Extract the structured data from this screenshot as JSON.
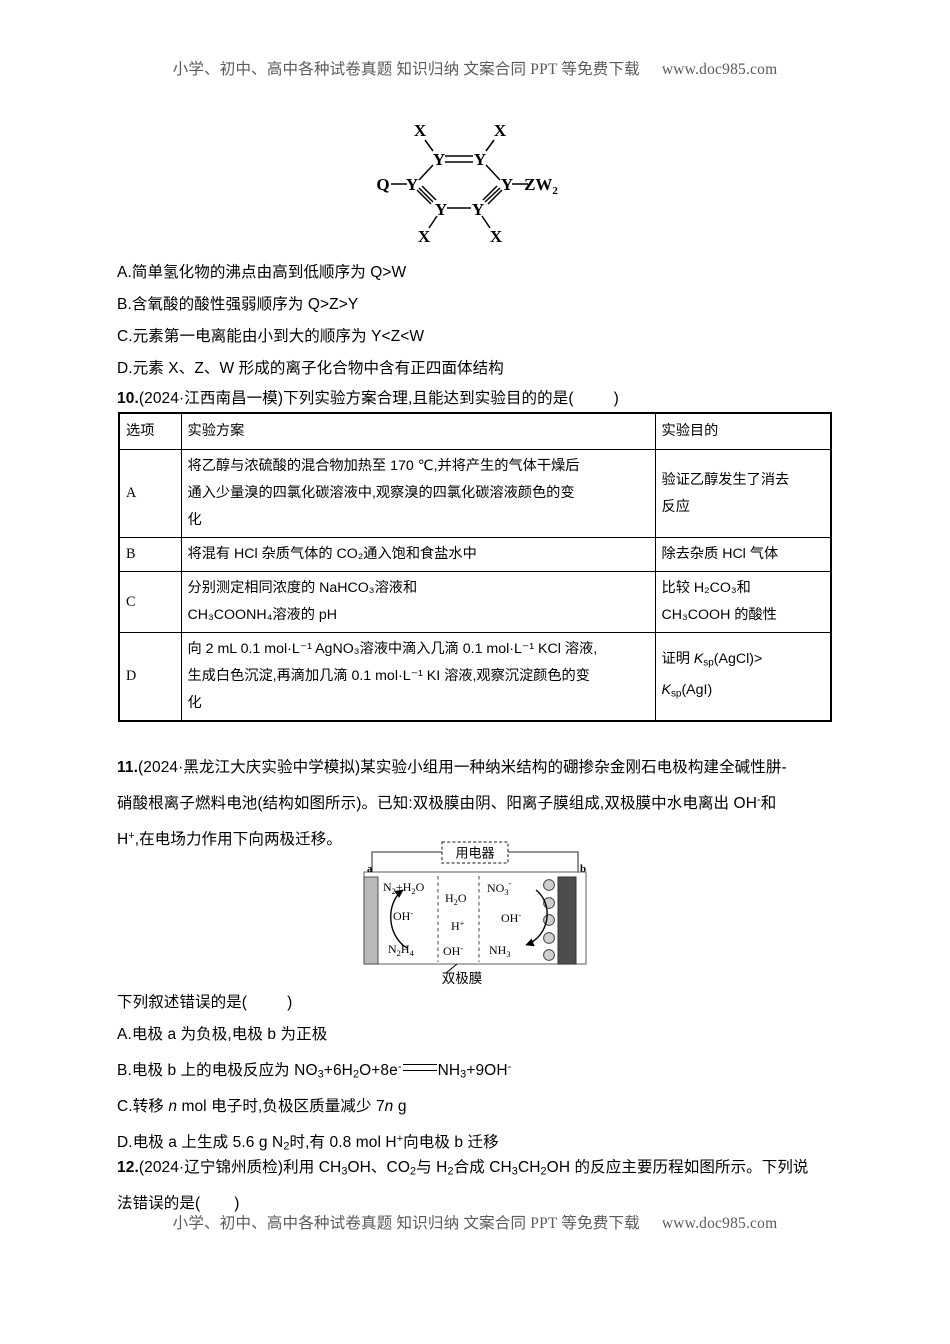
{
  "watermark": {
    "text": "小学、初中、高中各种试卷真题 知识归纳 文案合同 PPT 等免费下载",
    "url": "www.doc985.com"
  },
  "structure_diagram": {
    "name": "ring-structure",
    "ring_atoms": [
      "Y",
      "Y",
      "Y",
      "Y",
      "Y",
      "Y"
    ],
    "substituent_top_left": "X",
    "substituent_top_right": "X",
    "substituent_bottom_left": "X",
    "substituent_bottom_right": "X",
    "left_group": "Q",
    "right_group_main": "Z",
    "right_group_sub": "W",
    "right_group_subscript": "2"
  },
  "q9_options": [
    "A.简单氢化物的沸点由高到低顺序为 Q>W",
    "B.含氧酸的酸性强弱顺序为 Q>Z>Y",
    "C.元素第一电离能由小到大的顺序为 Y<Z<W",
    "D.元素 X、Z、W 形成的离子化合物中含有正四面体结构"
  ],
  "q10": {
    "number": "10.",
    "source": "(2024·江西南昌一模)",
    "stem": "下列实验方案合理,且能达到实验目的的是(",
    "stem_close": ")",
    "table": {
      "headers": [
        "选项",
        "实验方案",
        "实验目的"
      ],
      "rows": [
        {
          "option": "A",
          "plan_lines": [
            "将乙醇与浓硫酸的混合物加热至 170 ℃,并将产生的气体干燥后",
            "通入少量溴的四氯化碳溶液中,观察溴的四氯化碳溶液颜色的变",
            "化"
          ],
          "goal_lines": [
            "验证乙醇发生了消去",
            "反应"
          ]
        },
        {
          "option": "B",
          "plan_lines": [
            "将混有 HCl 杂质气体的 CO₂通入饱和食盐水中"
          ],
          "goal_lines": [
            "除去杂质 HCl 气体"
          ]
        },
        {
          "option": "C",
          "plan_lines": [
            "分别测定相同浓度的 NaHCO₃溶液和",
            "CH₃COONH₄溶液的 pH"
          ],
          "goal_lines": [
            "比较 H₂CO₃和",
            "CH₃COOH 的酸性"
          ]
        },
        {
          "option": "D",
          "plan_lines": [
            "向 2 mL 0.1 mol·L⁻¹ AgNO₃溶液中滴入几滴 0.1 mol·L⁻¹ KCl 溶液,",
            "生成白色沉淀,再滴加几滴 0.1 mol·L⁻¹ KI 溶液,观察沉淀颜色的变",
            "化"
          ],
          "goal_lines": [
            "证明 Ksp(AgCl)>",
            "Ksp(AgI)"
          ]
        }
      ]
    }
  },
  "q11": {
    "number": "11.",
    "source": "(2024·黑龙江大庆实验中学模拟)",
    "stem_line1": "某实验小组用一种纳米结构的硼掺杂金刚石电极构建全碱性肼-",
    "stem_line2": "硝酸根离子燃料电池(结构如图所示)。已知:双极膜由阴、阳离子膜组成,双极膜中水电离出 OH⁻和",
    "stem_line3": "H⁺,在电场力作用下向两极迁移。",
    "diagram": {
      "load_label": "用电器",
      "electrode_a_label": "a",
      "electrode_b_label": "b",
      "left_top": "N₂+H₂O",
      "left_mid": "OH⁻",
      "left_bottom": "N₂H₄",
      "mid_top": "H₂O",
      "mid_mid": "H⁺",
      "mid_bottom": "OH⁻",
      "right_top": "NO₃⁻",
      "right_mid": "OH⁻",
      "right_bottom": "NH₃",
      "membrane_label": "双极膜"
    },
    "prompt": "下列叙述错误的是(",
    "prompt_close": ")",
    "options": [
      "A.电极 a 为负极,电极 b 为正极",
      "B.电极 b 上的电极反应为 NO₃⁻+6H₂O+8e⁻══NH₃+9OH⁻",
      "C.转移 n mol 电子时,负极区质量减少 7n g",
      "D.电极 a 上生成 5.6 g N₂时,有 0.8 mol H⁺向电极 b 迁移"
    ]
  },
  "q12": {
    "number": "12.",
    "source": "(2024·辽宁锦州质检)",
    "stem_line1": "利用 CH₃OH、CO₂与 H₂合成 CH₃CH₂OH 的反应主要历程如图所示。下列说",
    "stem_line2": "法错误的是(",
    "stem_close": ")"
  }
}
